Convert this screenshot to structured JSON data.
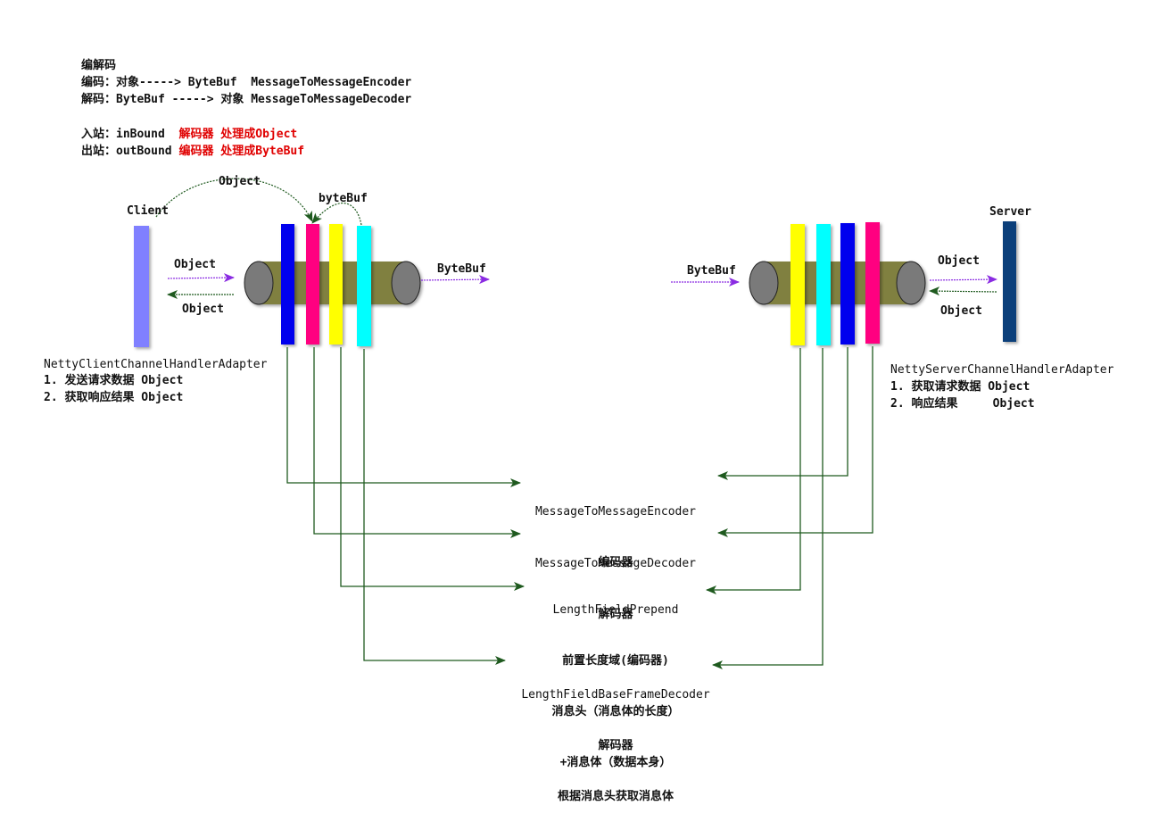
{
  "header": {
    "title": "编解码",
    "encode_line": "编码：对象-----> ByteBuf  MessageToMessageEncoder",
    "decode_line": "解码：ByteBuf -----> 对象 MessageToMessageDecoder",
    "inbound_prefix": "入站：inBound  ",
    "inbound_highlight": "解码器 处理成Object",
    "outbound_prefix": "出站：outBound ",
    "outbound_highlight": "编码器 处理成ByteBuf"
  },
  "client": {
    "label": "Client",
    "object_arc_label": "Object",
    "bytebuf_arc_label": "byteBuf",
    "arrow_out_label": "Object",
    "arrow_in_label": "Object",
    "pipe_out_label": "ByteBuf",
    "adapter_title": "NettyClientChannelHandlerAdapter",
    "adapter_line1": "1. 发送请求数据 Object",
    "adapter_line2": "2. 获取响应结果 Object"
  },
  "server": {
    "label": "Server",
    "pipe_in_label": "ByteBuf",
    "arrow_out_label": "Object",
    "arrow_in_label": "Object",
    "adapter_title": "NettyServerChannelHandlerAdapter",
    "adapter_line1": "1. 获取请求数据 Object",
    "adapter_line2": "2. 响应结果     Object"
  },
  "handlers": [
    {
      "name": "MessageToMessageEncoder",
      "desc": [
        "编码器"
      ]
    },
    {
      "name": "MessageToMessageDecoder",
      "desc": [
        "解码器"
      ]
    },
    {
      "name": "LengthFieldPrepend",
      "desc": [
        "前置长度域(编码器)",
        "消息头（消息体的长度）",
        "+消息体（数据本身）"
      ]
    },
    {
      "name": "LengthFieldBaseFrameDecoder",
      "desc": [
        "解码器",
        "根据消息头获取消息体"
      ]
    }
  ],
  "colors": {
    "client_bar": "#8080ff",
    "server_bar": "#0b3f7a",
    "pipe": "#808040",
    "pipe_cap": "#7a7a7a",
    "blue": "#0000ee",
    "magenta": "#ff0080",
    "yellow": "#ffff00",
    "cyan": "#00ffff",
    "connector": "#1f5a1f",
    "arrow": "#8a2be2"
  }
}
